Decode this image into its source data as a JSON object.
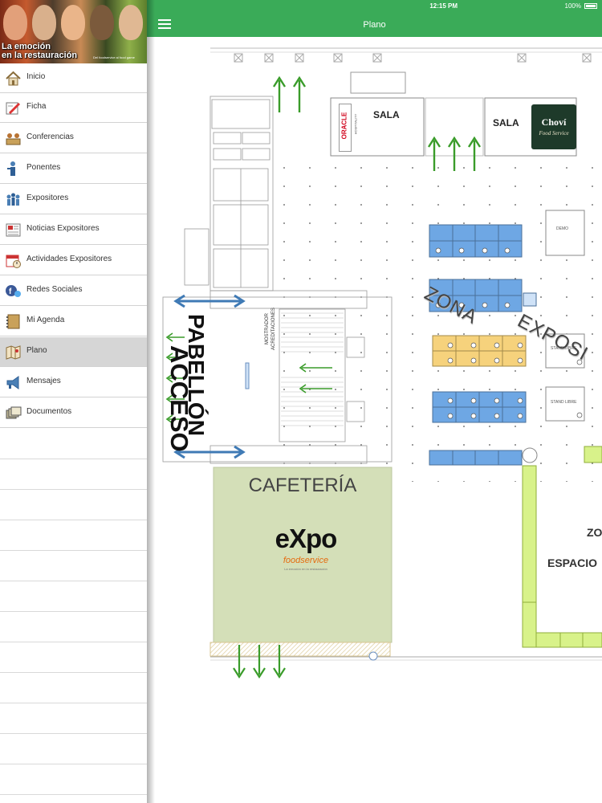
{
  "status_bar": {
    "time": "12:15 PM",
    "battery": "100%"
  },
  "banner": {
    "title_line1": "La emoción",
    "title_line2": "en la restauración",
    "subtitle": "Del foodservice al food game"
  },
  "menu": {
    "items": [
      {
        "label": "Inicio",
        "icon": "home-icon"
      },
      {
        "label": "Ficha",
        "icon": "edit-icon"
      },
      {
        "label": "Conferencias",
        "icon": "conference-icon"
      },
      {
        "label": "Ponentes",
        "icon": "speaker-icon"
      },
      {
        "label": "Expositores",
        "icon": "exhibitors-icon"
      },
      {
        "label": "Noticias Expositores",
        "icon": "news-icon"
      },
      {
        "label": "Actividades Expositores",
        "icon": "calendar-icon"
      },
      {
        "label": "Redes Sociales",
        "icon": "social-icon"
      },
      {
        "label": "Mi Agenda",
        "icon": "agenda-icon"
      },
      {
        "label": "Plano",
        "icon": "map-icon",
        "active": true
      },
      {
        "label": "Mensajes",
        "icon": "megaphone-icon"
      },
      {
        "label": "Documentos",
        "icon": "documents-icon"
      }
    ]
  },
  "header": {
    "title": "Plano"
  },
  "floorplan": {
    "sala_oracle_label": "SALA",
    "oracle_logo_text": "ORACLE",
    "oracle_logo_sub": "HOSPITALITY",
    "sala_choví_label": "SALA",
    "chovi_logo_text": "Choví",
    "chovi_logo_sub": "Food Service",
    "demo_label": "DEMO",
    "stand_libre_1": "STAND LIBRE",
    "stand_libre_2": "STAND LIBRE",
    "zona_label": "ZONA",
    "exposicion_label": "EXPOSI",
    "acceso_label": "ACCESO",
    "pabellon_label": "PABELLÓN",
    "mostrador_line1": "MOSTRADOR",
    "mostrador_line2": "ACREDITACIONES",
    "cafeteria_label": "CAFETERÍA",
    "expo_logo_text": "eXpo",
    "expo_logo_sub": "foodservice",
    "expo_logo_tag": "La emoción en la restauración",
    "zona_right": "ZO",
    "espacio_label": "ESPACIO"
  },
  "colors": {
    "header_green": "#3aab58",
    "stand_blue": "#6ea7e4",
    "stand_yellow": "#f6d27c",
    "stand_lime": "#d8f28a",
    "cafeteria_bg": "#d4dfb8",
    "arrow_green": "#3a9c2a",
    "arrow_blue": "#3f7ab5"
  }
}
